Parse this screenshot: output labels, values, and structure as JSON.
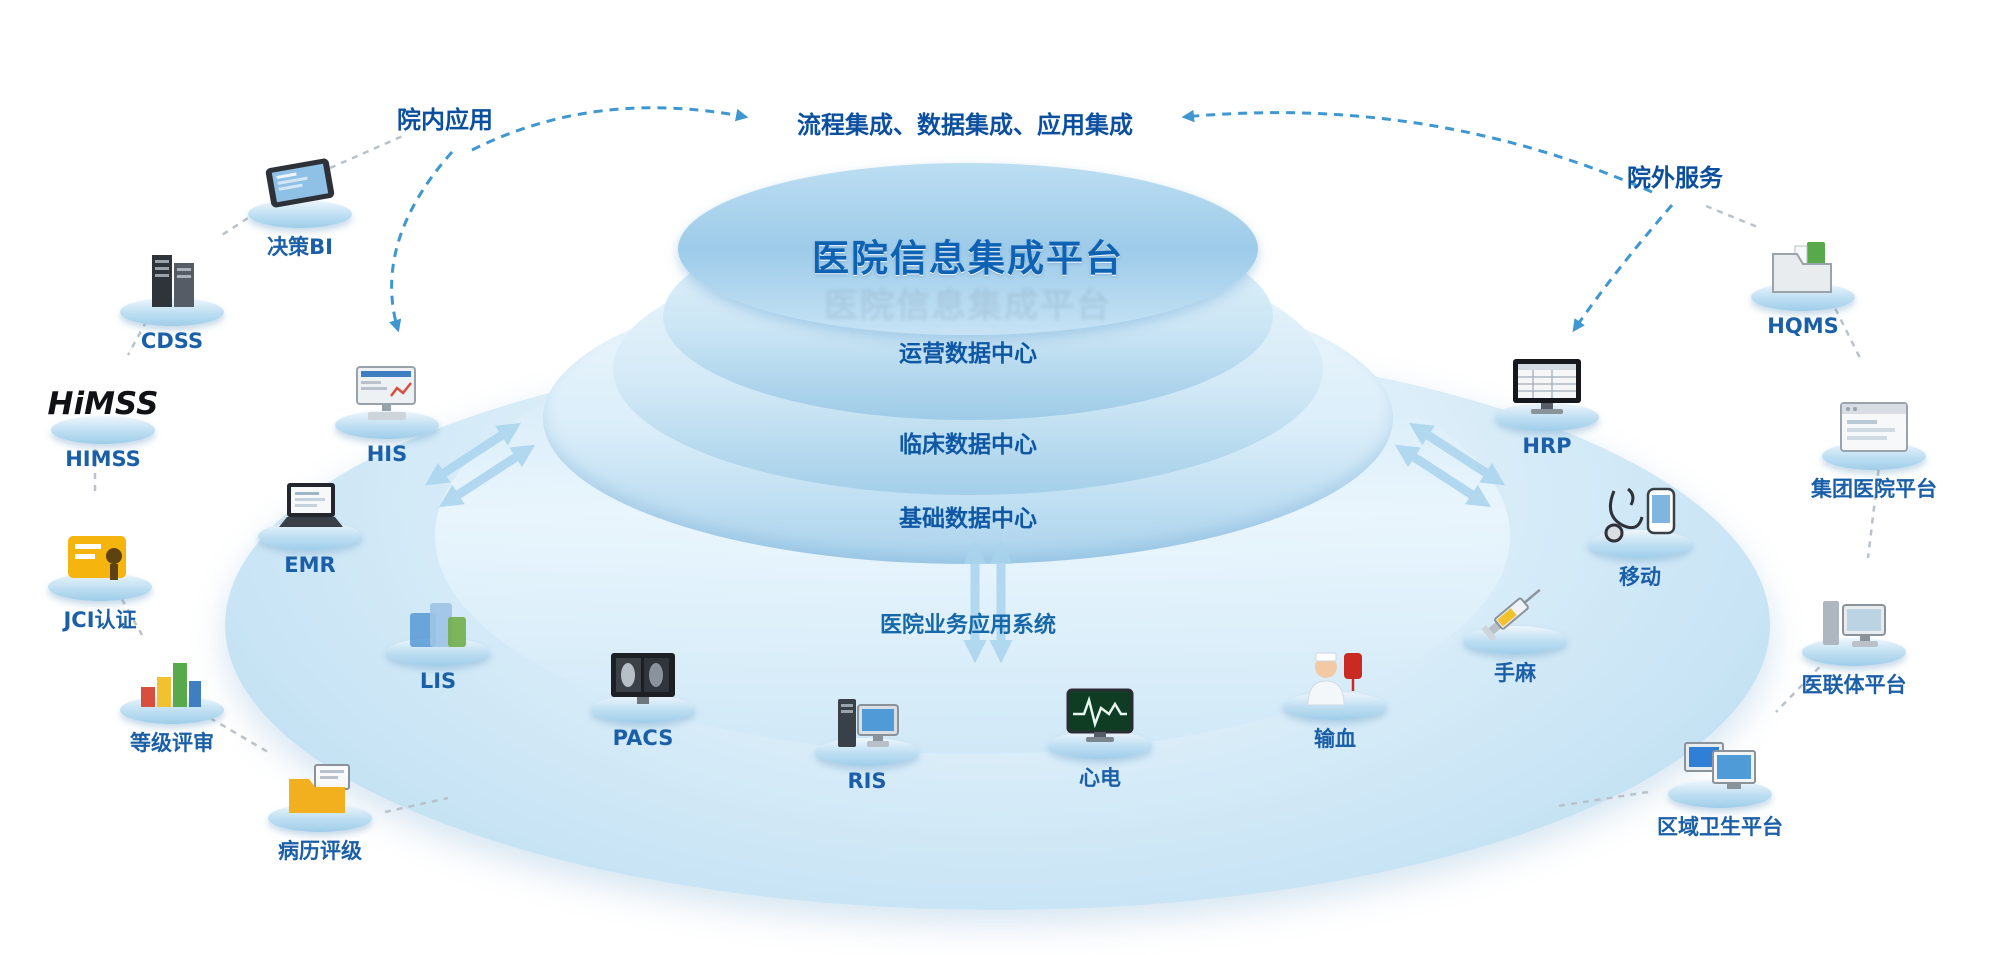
{
  "diagram": {
    "title": "医院信息集成平台",
    "title_reflection": "医院信息集成平台",
    "integration_banner": "流程集成、数据集成、应用集成",
    "left_section_label": "院内应用",
    "right_section_label": "院外服务",
    "tiers": [
      {
        "label": "运营数据中心"
      },
      {
        "label": "临床数据中心"
      },
      {
        "label": "基础数据中心"
      }
    ],
    "base_system_label": "医院业务应用系统"
  },
  "nodes": {
    "left_outer": [
      {
        "id": "decision-bi",
        "label": "决策BI"
      },
      {
        "id": "cdss",
        "label": "CDSS"
      },
      {
        "id": "himss",
        "label": "HIMSS",
        "logo_text": "HiMSS"
      },
      {
        "id": "jci",
        "label": "JCI认证"
      },
      {
        "id": "grade-review",
        "label": "等级评审"
      },
      {
        "id": "record-rating",
        "label": "病历评级"
      }
    ],
    "inner_ring": [
      {
        "id": "his",
        "label": "HIS"
      },
      {
        "id": "emr",
        "label": "EMR"
      },
      {
        "id": "lis",
        "label": "LIS"
      },
      {
        "id": "pacs",
        "label": "PACS"
      },
      {
        "id": "ris",
        "label": "RIS"
      },
      {
        "id": "ecg",
        "label": "心电"
      },
      {
        "id": "blood",
        "label": "输血"
      },
      {
        "id": "anesthesia",
        "label": "手麻"
      },
      {
        "id": "mobile",
        "label": "移动"
      },
      {
        "id": "hrp",
        "label": "HRP"
      }
    ],
    "right_outer": [
      {
        "id": "hqms",
        "label": "HQMS"
      },
      {
        "id": "group-hospital",
        "label": "集团医院平台"
      },
      {
        "id": "alliance",
        "label": "医联体平台"
      },
      {
        "id": "regional-health",
        "label": "区域卫生平台"
      }
    ]
  },
  "colors": {
    "title_blue": "#0e62b4",
    "label_blue": "#1a5fa8",
    "section_blue": "#0b4f9e",
    "arrow_blue": "#3e97d1",
    "double_arrow_blue": "#a9d4ee",
    "chain_gray": "#b9c2ca",
    "platform_cap_blue": "#9dcbe9",
    "platform_light_blue": "#d9edf9",
    "background": "#ffffff"
  }
}
